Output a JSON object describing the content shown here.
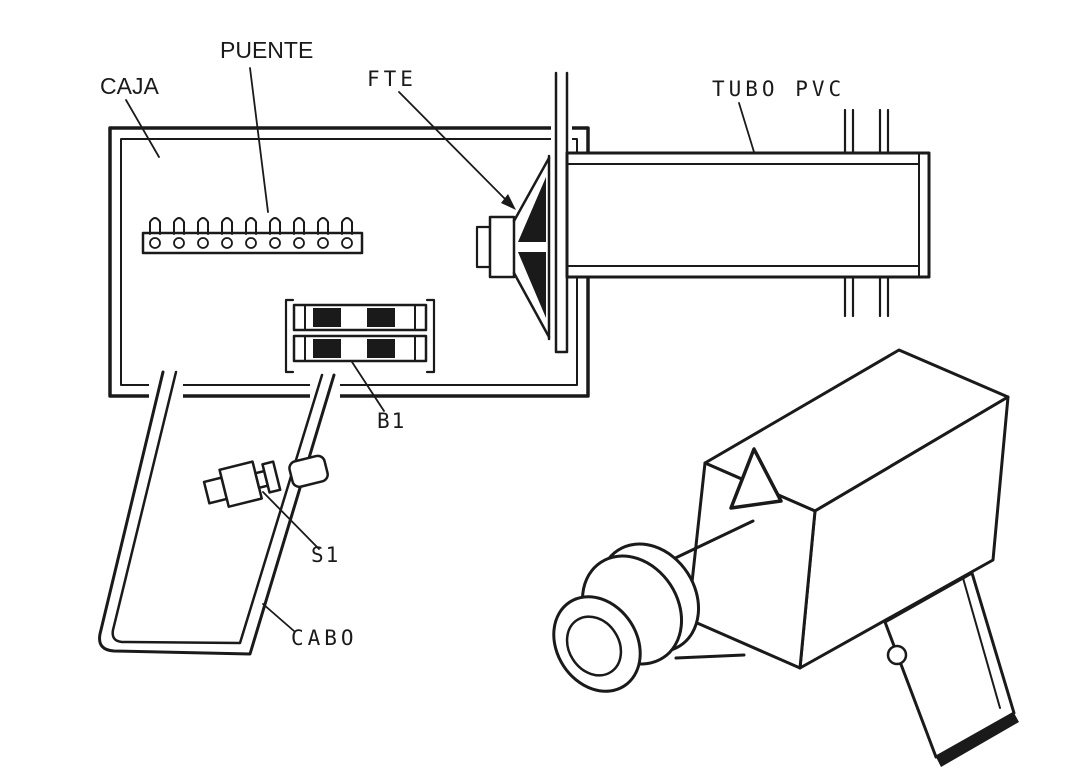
{
  "figure": {
    "type": "technical-assembly-diagram",
    "background": "#ffffff",
    "ink": "#1a1a1a",
    "labels": {
      "caja": "CAJA",
      "puente": "PUENTE",
      "fte": "FTE",
      "tubo_pvc": "TUBO PVC",
      "b1": "B1",
      "s1": "S1",
      "cabo": "CABO"
    }
  }
}
